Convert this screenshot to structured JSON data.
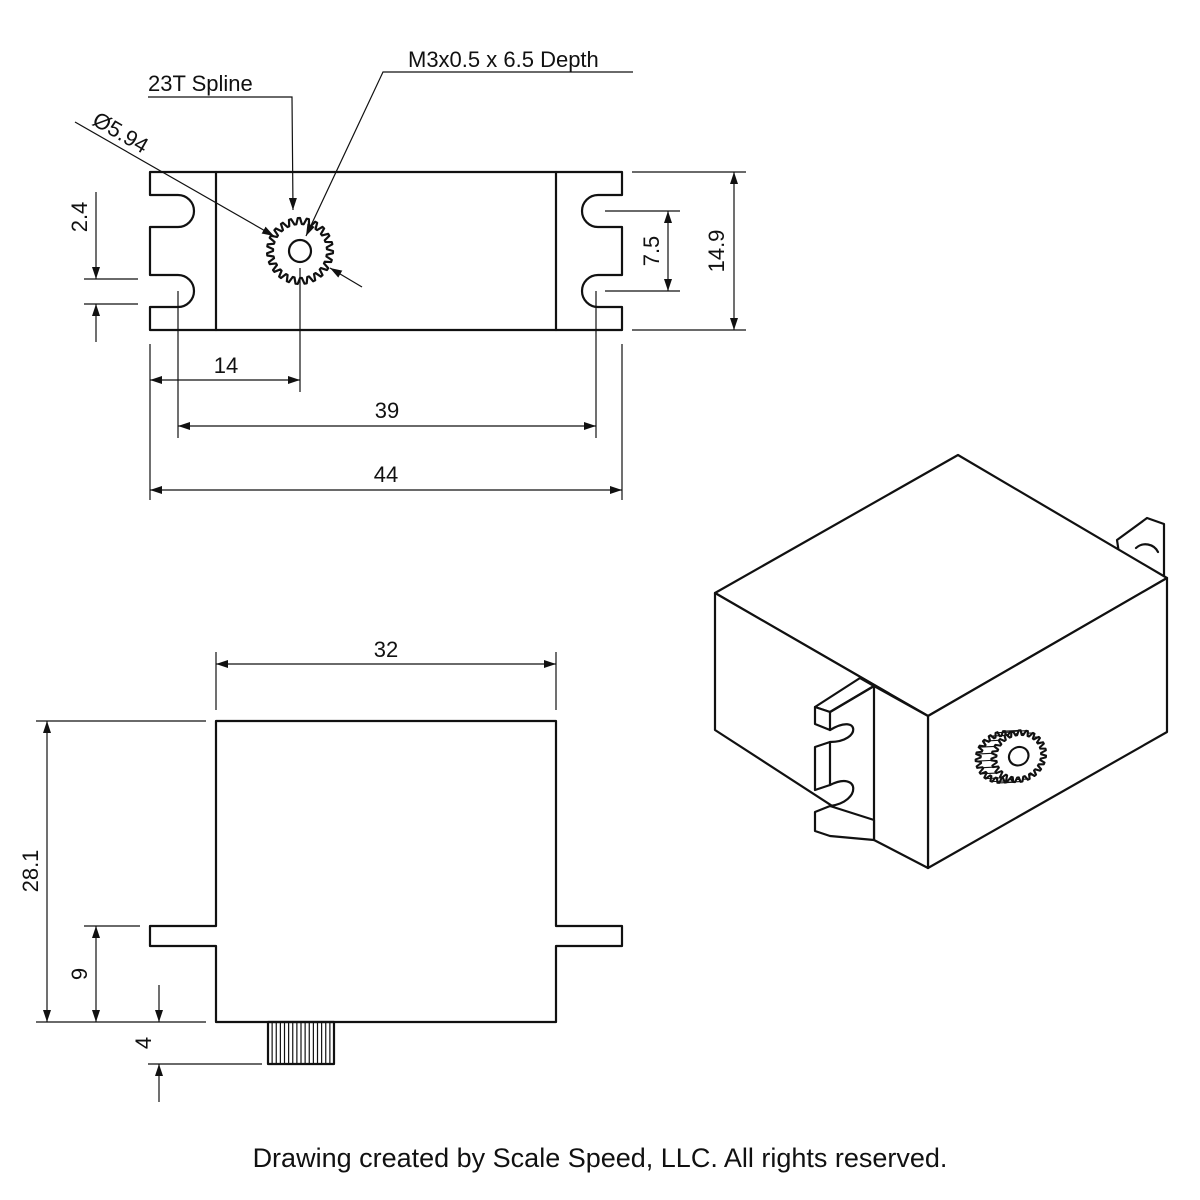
{
  "top_view": {
    "label_spline": "23T Spline",
    "label_thread": "M3x0.5 x 6.5 Depth",
    "label_diameter": "Ø5.94",
    "dim_hole_spacing": "2.4",
    "dim_mount_spacing": "7.5",
    "dim_height": "14.9",
    "dim_shaft_offset": "14",
    "dim_hole_pitch": "39",
    "dim_overall_length": "44"
  },
  "side_view": {
    "dim_body_length": "32",
    "dim_height": "28.1",
    "dim_tab_height": "9",
    "dim_spline_height": "4"
  },
  "footer": {
    "credit": "Drawing created by Scale Speed, LLC. All rights reserved."
  }
}
